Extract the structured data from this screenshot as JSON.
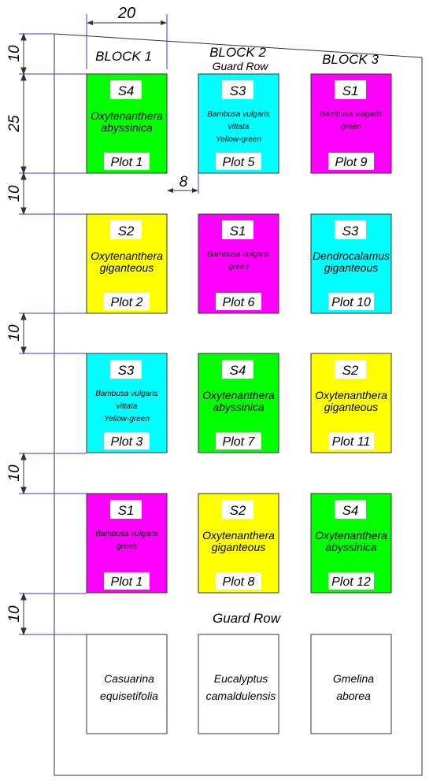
{
  "dimensions": {
    "block_width": "20",
    "plot_height": "25",
    "spacing": "8",
    "gap": "10"
  },
  "blocks": [
    {
      "label": "BLOCK 1"
    },
    {
      "label": "BLOCK 2"
    },
    {
      "label": "BLOCK 3"
    }
  ],
  "guard_row_top": "Guard Row",
  "guard_row_bottom": "Guard Row",
  "colors": {
    "S1": "#ff00ff",
    "S2": "#ffff00",
    "S3": "#00ffff",
    "S4": "#00ff00",
    "dimension_line": "#3b3bd6",
    "outline": "#333333"
  },
  "plots": [
    {
      "row": 0,
      "col": 0,
      "code": "S4",
      "species": [
        "Oxytenanthera",
        "abyssinica"
      ],
      "species_size": "large",
      "plot": "Plot 1"
    },
    {
      "row": 0,
      "col": 1,
      "code": "S3",
      "species": [
        "Bambusa vulgaris",
        "vittata",
        "Yellow-green"
      ],
      "species_size": "small",
      "plot": "Plot 5"
    },
    {
      "row": 0,
      "col": 2,
      "code": "S1",
      "species": [
        "Bambusa vulgaris",
        "green"
      ],
      "species_size": "small",
      "plot": "Plot 9"
    },
    {
      "row": 1,
      "col": 0,
      "code": "S2",
      "species": [
        "Oxytenanthera",
        "giganteous"
      ],
      "species_size": "large",
      "plot": "Plot 2"
    },
    {
      "row": 1,
      "col": 1,
      "code": "S1",
      "species": [
        "Bambusa vulgaris",
        "green"
      ],
      "species_size": "small",
      "plot": "Plot 6"
    },
    {
      "row": 1,
      "col": 2,
      "code": "S3",
      "species": [
        "Dendrocalamus",
        "giganteous"
      ],
      "species_size": "large",
      "plot": "Plot 10"
    },
    {
      "row": 2,
      "col": 0,
      "code": "S3",
      "species": [
        "Bambusa vulgaris",
        "vittata",
        "Yellow-green"
      ],
      "species_size": "small",
      "plot": "Plot 3"
    },
    {
      "row": 2,
      "col": 1,
      "code": "S4",
      "species": [
        "Oxytenanthera",
        "abyssinica"
      ],
      "species_size": "large",
      "plot": "Plot 7"
    },
    {
      "row": 2,
      "col": 2,
      "code": "S2",
      "species": [
        "Oxytenanthera",
        "giganteous"
      ],
      "species_size": "large",
      "plot": "Plot 11"
    },
    {
      "row": 3,
      "col": 0,
      "code": "S1",
      "species": [
        "Bambusa vulgaris",
        "green"
      ],
      "species_size": "small",
      "plot": "Plot 1"
    },
    {
      "row": 3,
      "col": 1,
      "code": "S2",
      "species": [
        "Oxytenanthera",
        "giganteous"
      ],
      "species_size": "large",
      "plot": "Plot 8"
    },
    {
      "row": 3,
      "col": 2,
      "code": "S4",
      "species": [
        "Oxytenanthera",
        "abyssinica"
      ],
      "species_size": "large",
      "plot": "Plot 12"
    }
  ],
  "guard_trees": [
    {
      "col": 0,
      "name": [
        "Casuarina",
        "equisetifolia"
      ]
    },
    {
      "col": 1,
      "name": [
        "Eucalyptus",
        "camaldulensis"
      ]
    },
    {
      "col": 2,
      "name": [
        "Gmelina",
        "aborea"
      ]
    }
  ]
}
